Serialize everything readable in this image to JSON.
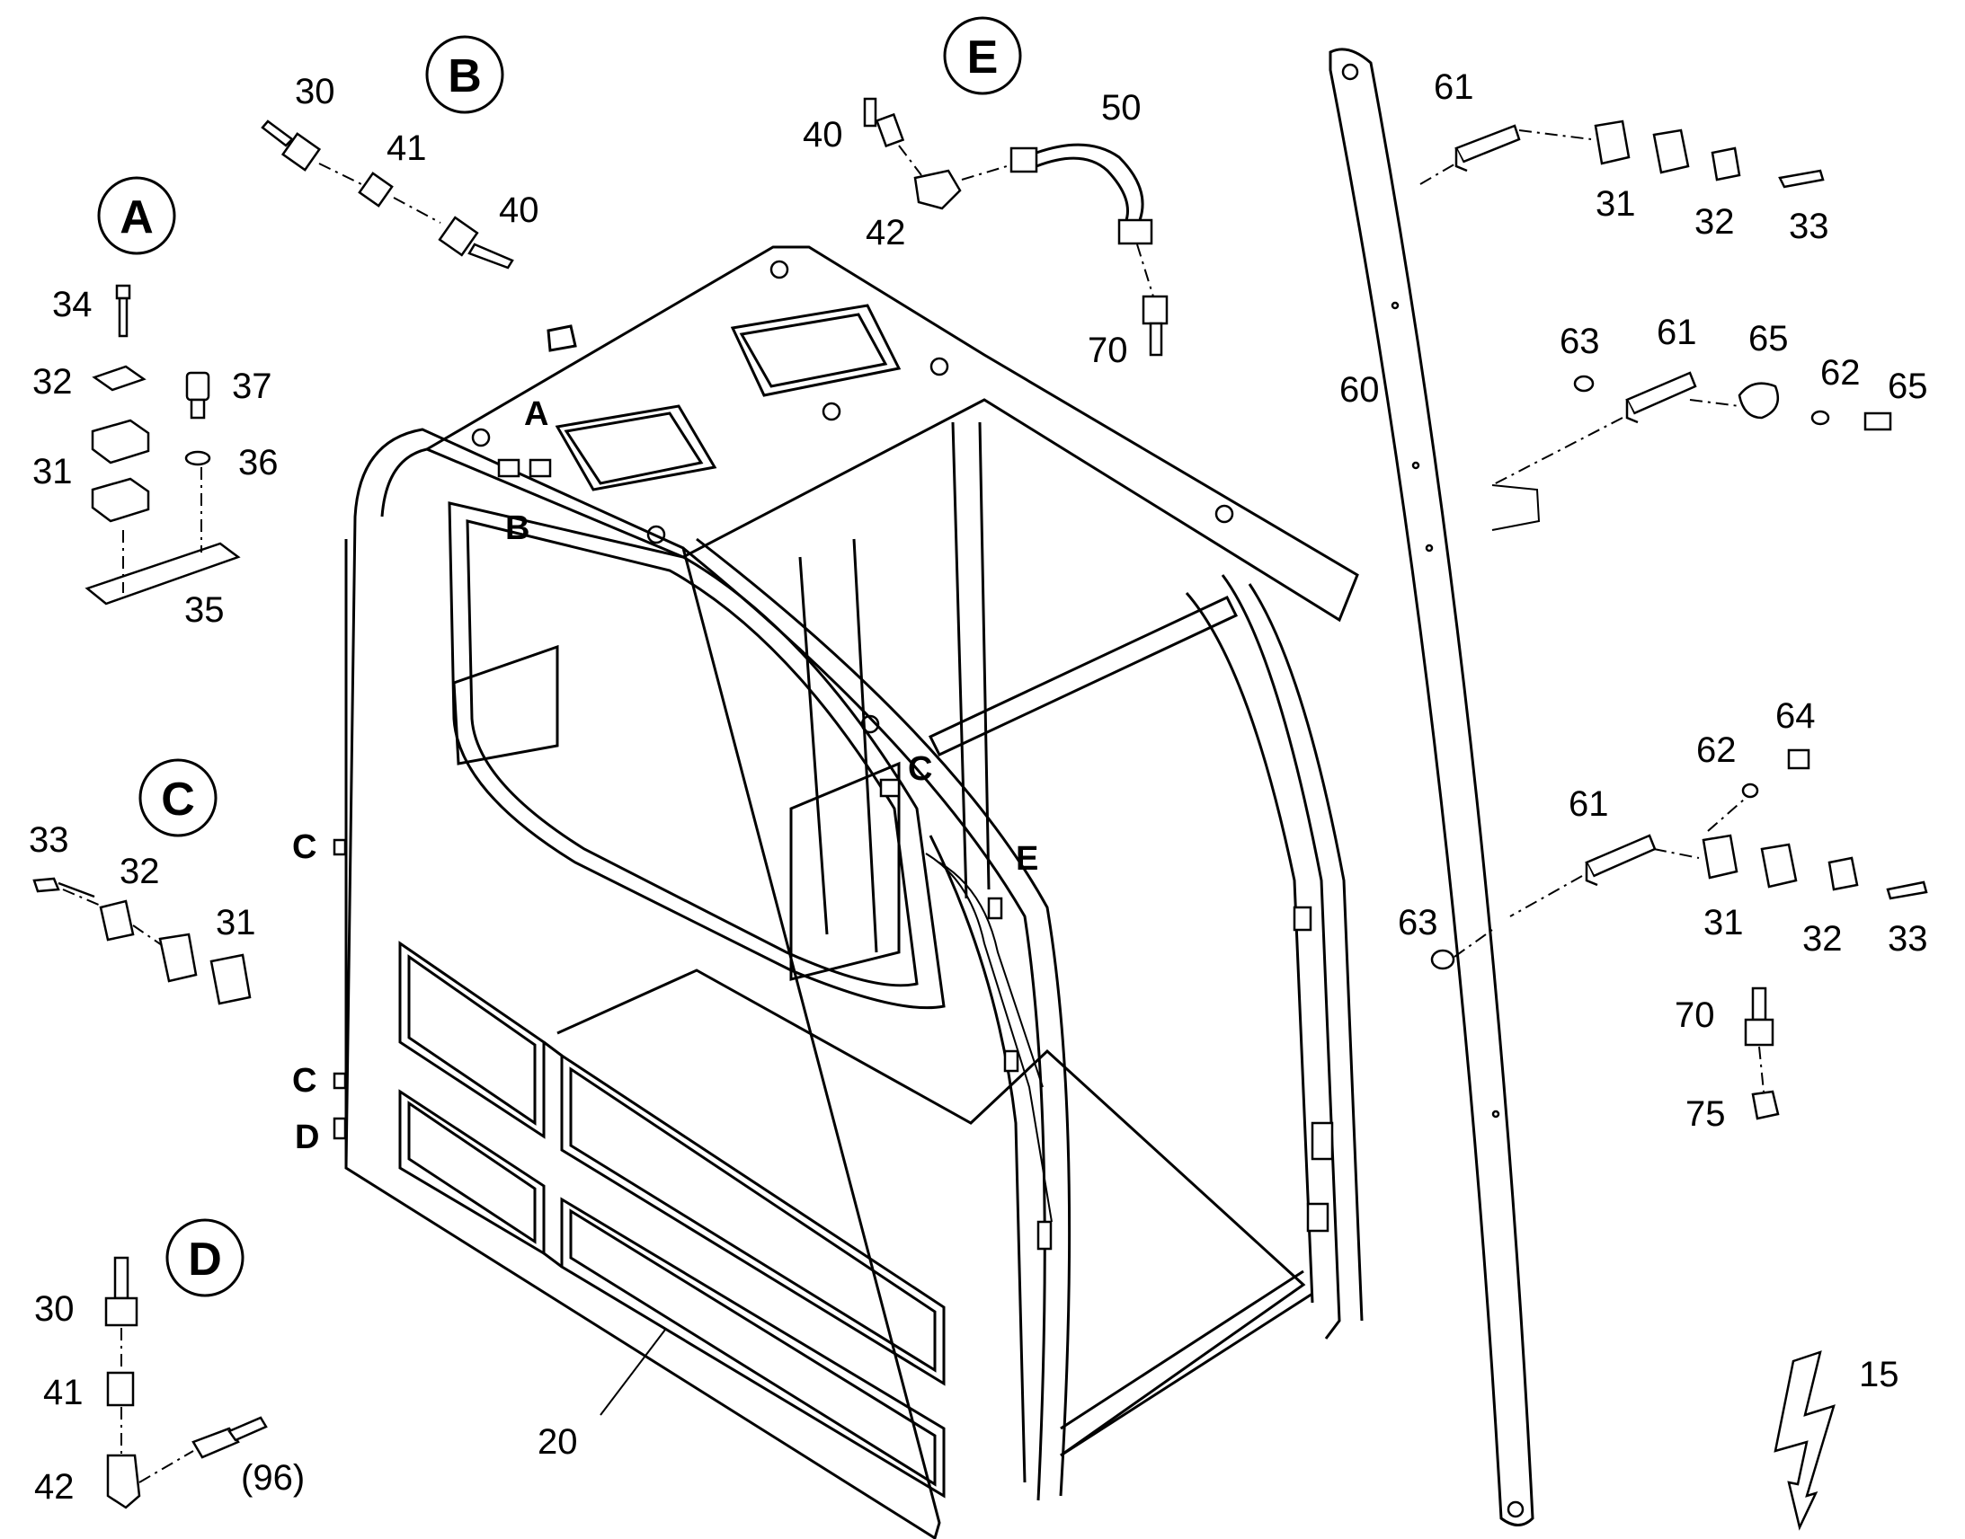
{
  "detail_markers": {
    "a": "A",
    "b": "B",
    "c": "C",
    "d": "D",
    "e": "E"
  },
  "cab_callouts": {
    "a": "A",
    "b": "B",
    "c_top": "C",
    "c_left_1": "C",
    "c_left_2": "C",
    "d_left": "D",
    "e_right": "E"
  },
  "labels": {
    "detail_a": [
      "34",
      "32",
      "37",
      "31",
      "36",
      "35"
    ],
    "detail_b": [
      "30",
      "41",
      "40"
    ],
    "detail_c": [
      "33",
      "32",
      "31"
    ],
    "detail_d": [
      "30",
      "41",
      "42",
      "(96)"
    ],
    "detail_e": [
      "40",
      "42",
      "50",
      "70"
    ],
    "main_cab": "20",
    "rail": "60",
    "right_top": [
      "61",
      "31",
      "32",
      "33"
    ],
    "right_mid": [
      "63",
      "61",
      "65",
      "62",
      "65"
    ],
    "right_bottom": [
      "64",
      "62",
      "61",
      "63",
      "31",
      "32",
      "33",
      "70",
      "75"
    ],
    "symbol": "15"
  },
  "symbol_icon": "lightning-bolt-icon"
}
